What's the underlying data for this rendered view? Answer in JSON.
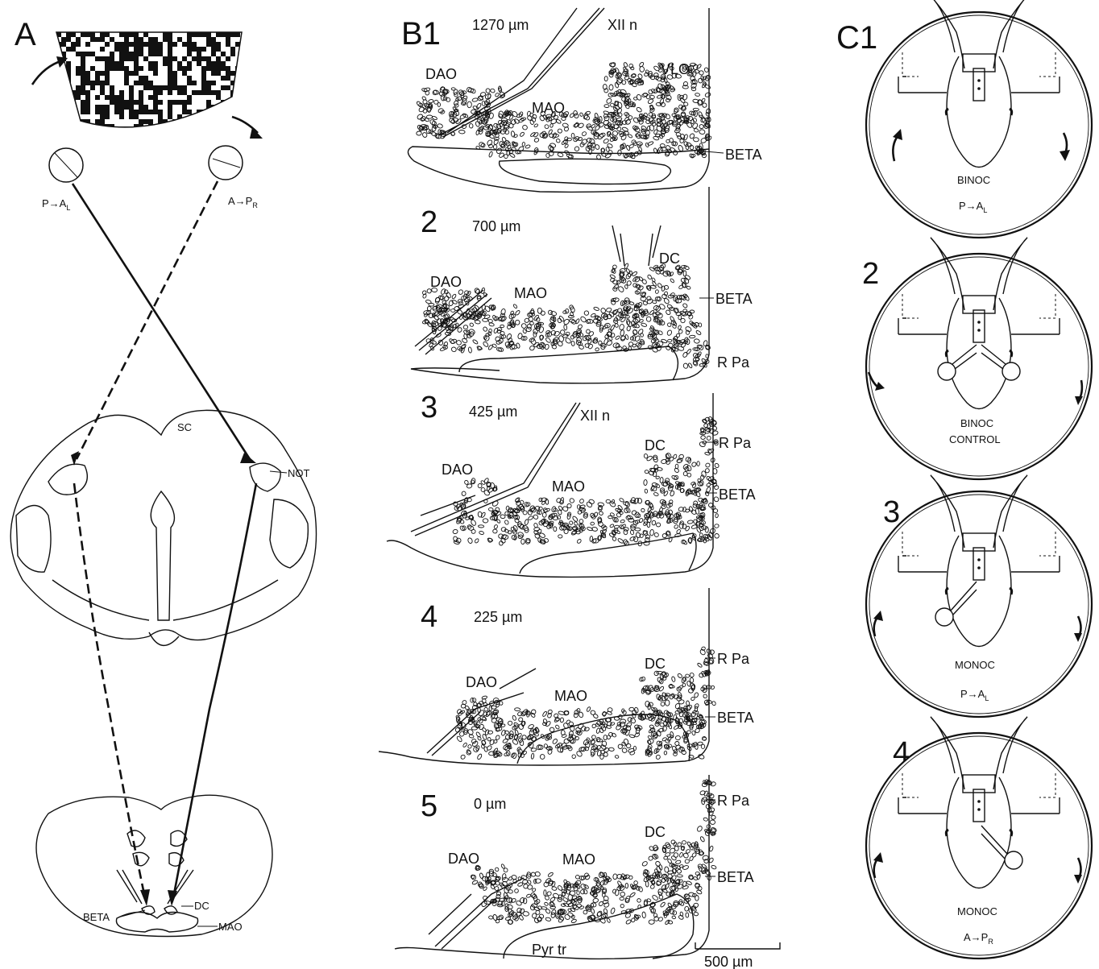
{
  "panel_a": {
    "letter": "A",
    "left_eye_label": "P→A",
    "left_eye_sub": "L",
    "right_eye_label": "A→P",
    "right_eye_sub": "R",
    "sc_label": "SC",
    "not_label": "NOT",
    "beta_label": "BETA",
    "dc_label": "DC",
    "mao_label": "MAO"
  },
  "panel_b": {
    "sections": [
      {
        "label": "B1",
        "depth": "1270 µm",
        "nuclei": [
          "DAO",
          "MAO",
          "VLO",
          "BETA",
          "XII n"
        ]
      },
      {
        "label": "2",
        "depth": "700 µm",
        "nuclei": [
          "DAO",
          "MAO",
          "DC",
          "BETA",
          "R Pa"
        ]
      },
      {
        "label": "3",
        "depth": "425 µm",
        "nuclei": [
          "DAO",
          "MAO",
          "DC",
          "BETA",
          "R Pa",
          "XII n"
        ]
      },
      {
        "label": "4",
        "depth": "225 µm",
        "nuclei": [
          "DAO",
          "MAO",
          "DC",
          "BETA",
          "R Pa"
        ]
      },
      {
        "label": "5",
        "depth": "0 µm",
        "nuclei": [
          "DAO",
          "MAO",
          "DC",
          "BETA",
          "R Pa",
          "Pyr tr"
        ]
      }
    ],
    "scale_bar": "500 µm"
  },
  "panel_c": {
    "drums": [
      {
        "label": "C1",
        "caption": "BINOC",
        "caption2": "",
        "direction": "P→A",
        "direction_sub": "L"
      },
      {
        "label": "2",
        "caption": "BINOC",
        "caption2": "CONTROL",
        "direction": "",
        "direction_sub": ""
      },
      {
        "label": "3",
        "caption": "MONOC",
        "caption2": "",
        "direction": "P→A",
        "direction_sub": "L"
      },
      {
        "label": "4",
        "caption": "MONOC",
        "caption2": "",
        "direction": "A→P",
        "direction_sub": "R"
      }
    ]
  }
}
